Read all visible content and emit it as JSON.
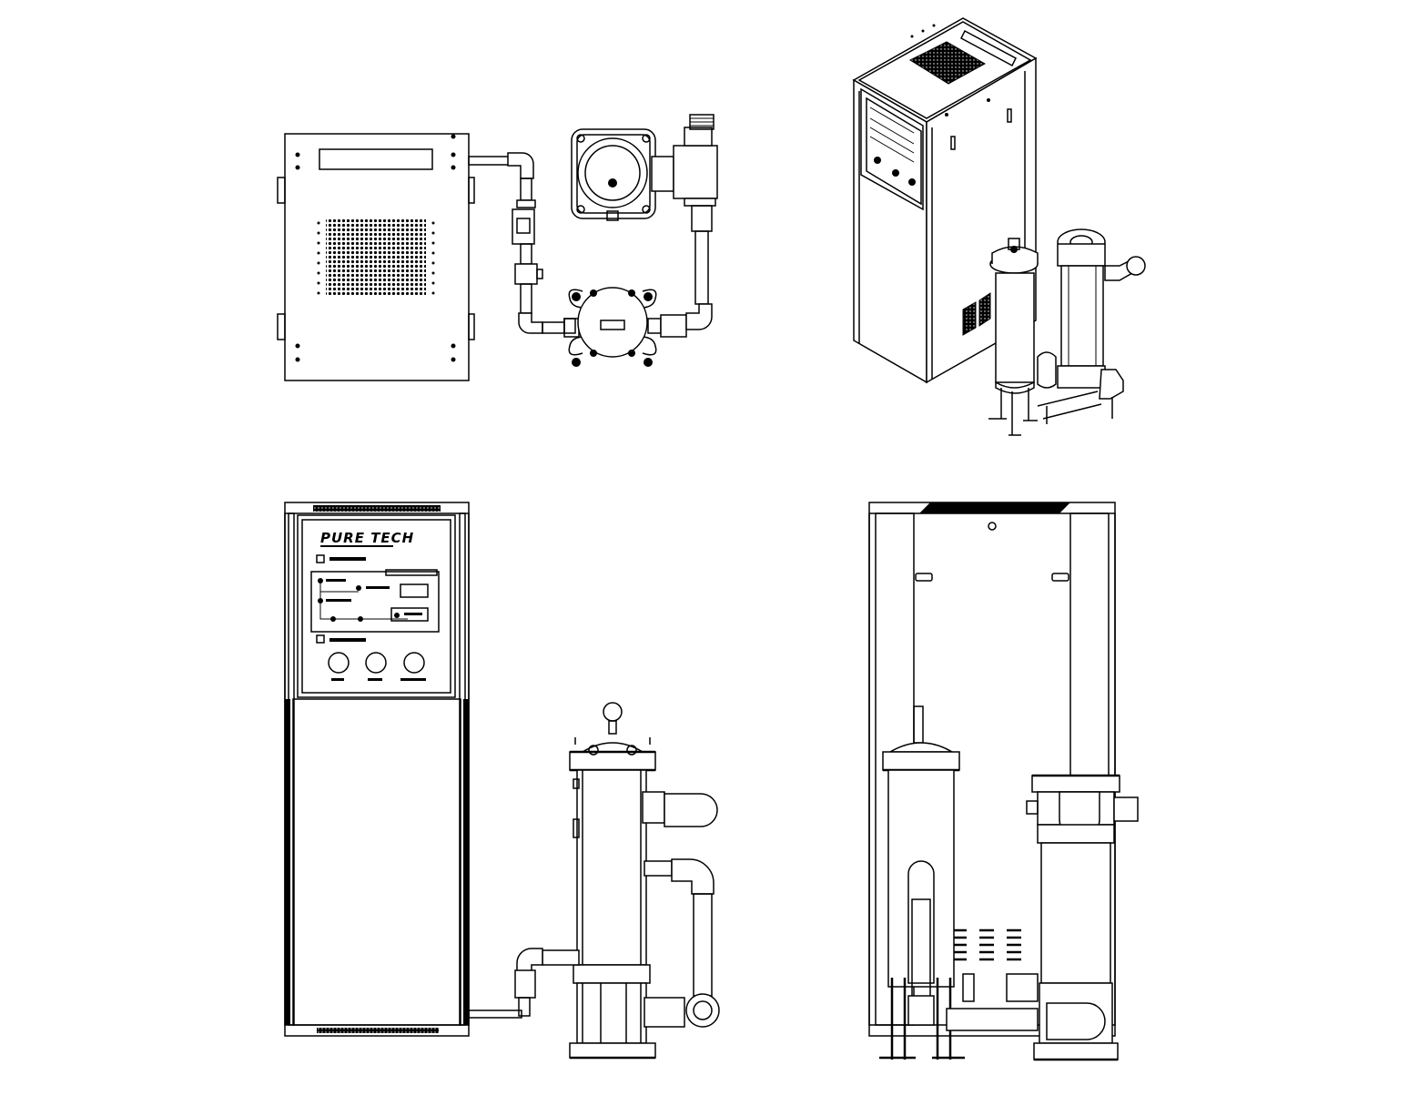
{
  "drawing": {
    "views": [
      {
        "id": "top-view",
        "label": ""
      },
      {
        "id": "isometric-view",
        "label": ""
      },
      {
        "id": "front-view",
        "label": ""
      },
      {
        "id": "rear-view",
        "label": ""
      }
    ],
    "brand_logo_text": "PURE TECH",
    "colors": {
      "line": "#000000",
      "background": "#ffffff"
    }
  }
}
